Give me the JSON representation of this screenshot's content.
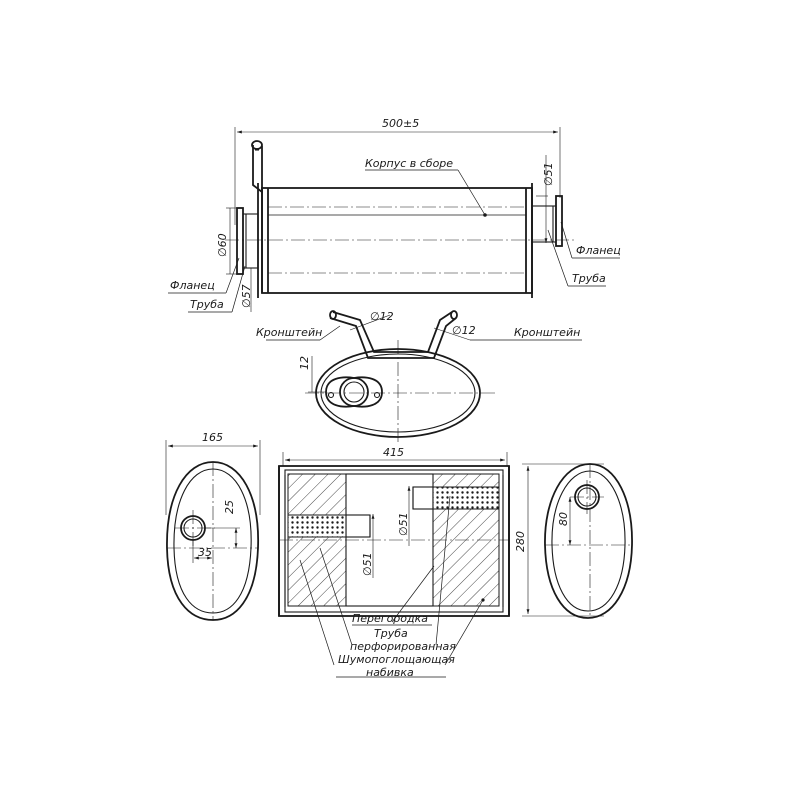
{
  "labels": {
    "overall_length": "500±5",
    "assembly": "Корпус в сборе",
    "dia_51_right": "∅51",
    "flange_right": "Фланец",
    "pipe_right": "Труба",
    "dia_60": "∅60",
    "dia_57": "∅57",
    "flange_left": "Фланец",
    "pipe_left": "Труба",
    "bracket_left": "Кронштейн",
    "dia_12_left": "∅12",
    "dia_12_right": "∅12",
    "bracket_right": "Кронштейн",
    "dim_12": "12",
    "width_165": "165",
    "dim_25": "25",
    "dim_35": "35",
    "length_415": "415",
    "dia_51_upper": "∅51",
    "dia_51_lower": "∅51",
    "height_280": "280",
    "dim_80": "80",
    "partition": "Перегородка",
    "perf_pipe_1": "Труба",
    "perf_pipe_2": "перфорированная",
    "absorb_1": "Шумопоглощающая",
    "absorb_2": "набивка"
  },
  "colors": {
    "line": "#1a1a1a",
    "background": "#ffffff"
  }
}
